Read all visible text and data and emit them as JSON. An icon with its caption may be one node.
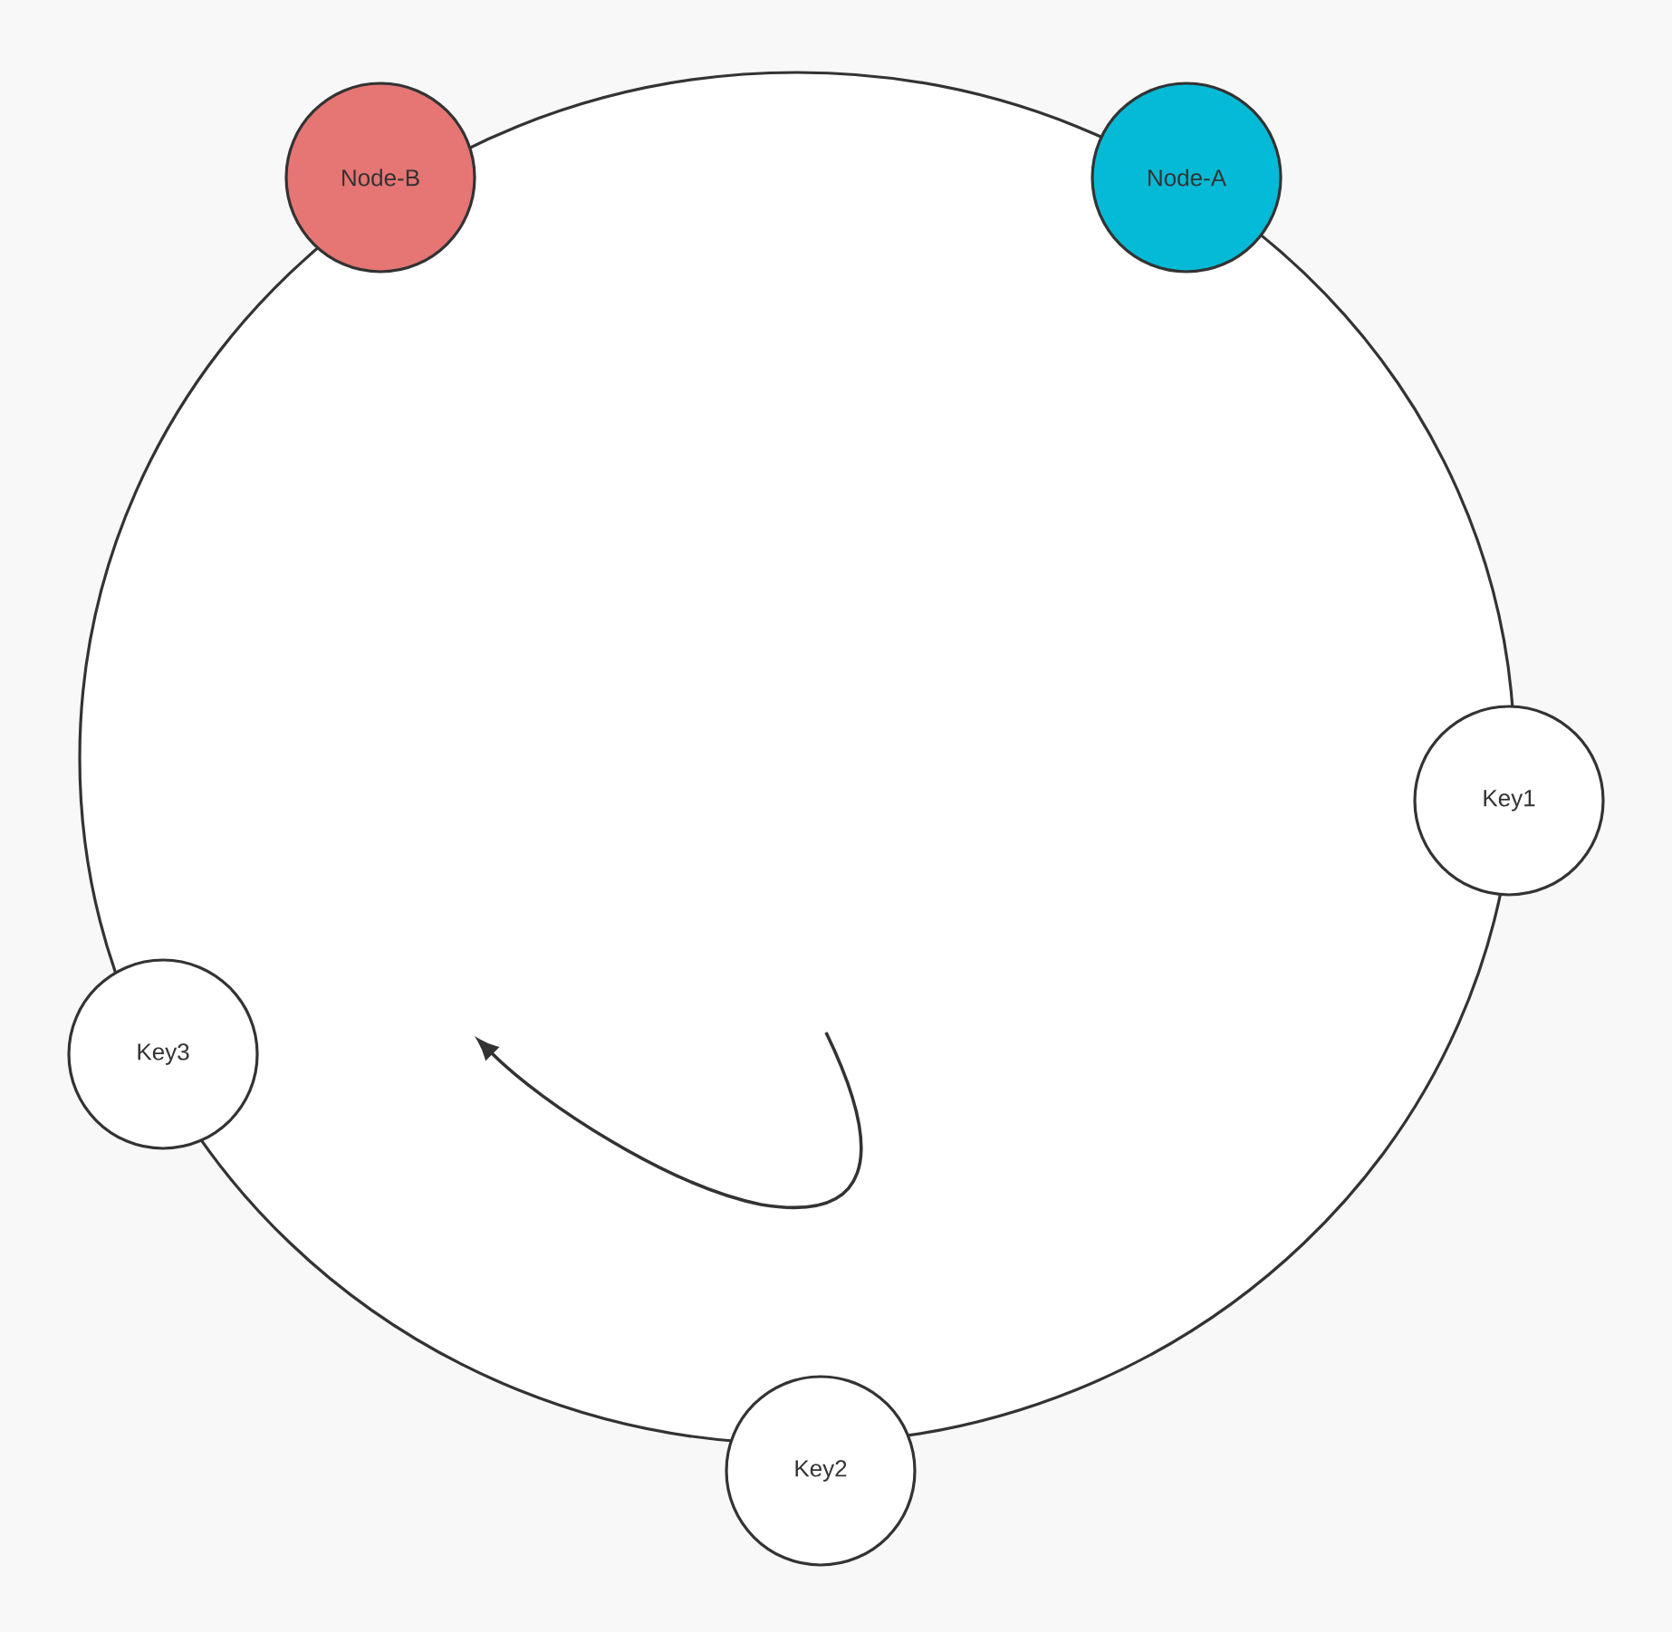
{
  "diagram": {
    "nodes": [
      {
        "text": [
          "Node-B"
        ]
      },
      {
        "text": [
          "Node-A"
        ]
      },
      {
        "text": [
          "Key1"
        ]
      },
      {
        "text": [
          "Key3"
        ]
      },
      {
        "text": [
          "Key2"
        ]
      }
    ]
  }
}
